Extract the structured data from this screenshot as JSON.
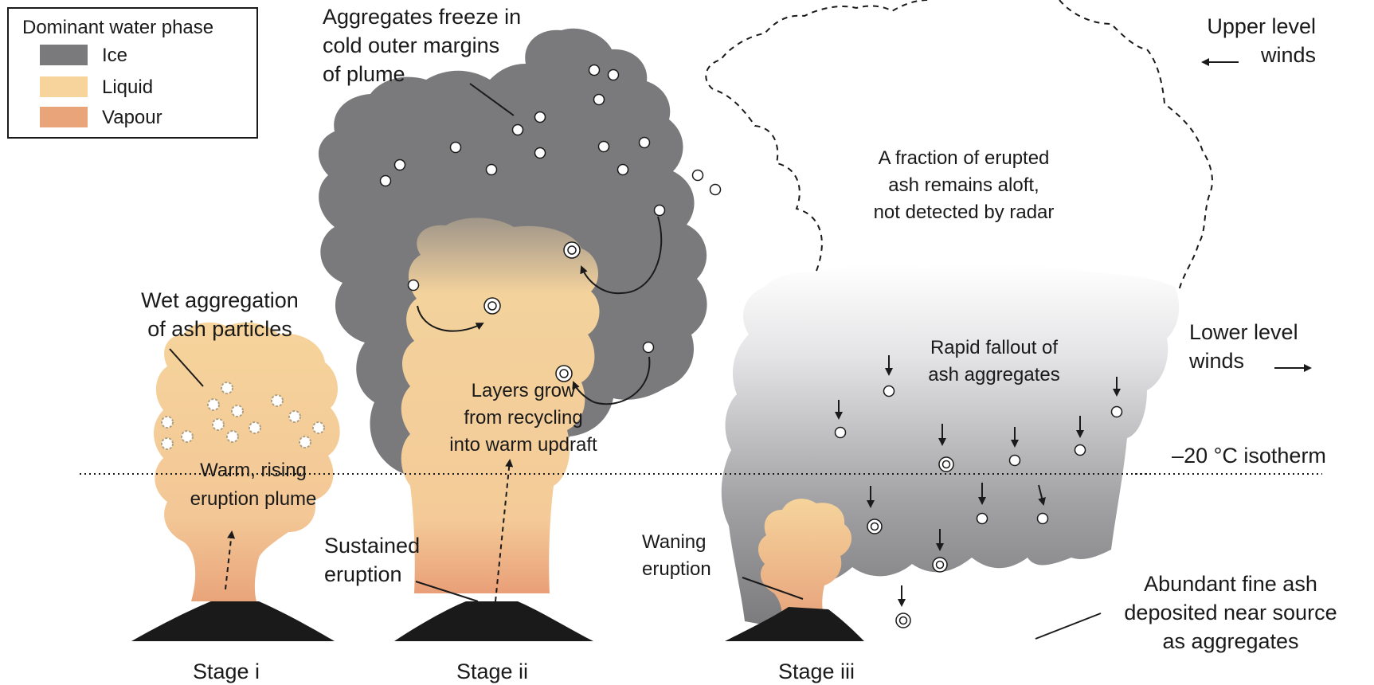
{
  "legend": {
    "title": "Dominant water phase",
    "items": [
      {
        "label": "Ice",
        "color": "#7a7a7c"
      },
      {
        "label": "Liquid",
        "color": "#f6d49c"
      },
      {
        "label": "Vapour",
        "color": "#e9a47a"
      }
    ]
  },
  "annotations": {
    "aggregates_freeze": [
      "Aggregates freeze in",
      "cold outer margins",
      "of plume"
    ],
    "wet_aggregation": [
      "Wet aggregation",
      "of ash particles"
    ],
    "warm_plume": [
      "Warm, rising",
      "eruption plume"
    ],
    "layers_grow": [
      "Layers grow",
      "from recycling",
      "into warm updraft"
    ],
    "sustained": [
      "Sustained",
      "eruption"
    ],
    "waning": [
      "Waning",
      "eruption"
    ],
    "fraction_aloft": [
      "A fraction of erupted",
      "ash remains aloft,",
      "not detected by radar"
    ],
    "rapid_fallout": [
      "Rapid fallout of",
      "ash aggregates"
    ],
    "upper_winds": [
      "Upper level",
      "winds"
    ],
    "lower_winds": [
      "Lower level",
      "winds"
    ],
    "isotherm": "–20 °C isotherm",
    "abundant": [
      "Abundant fine ash",
      "deposited near source",
      "as aggregates"
    ]
  },
  "stages": [
    "Stage i",
    "Stage ii",
    "Stage iii"
  ],
  "colors": {
    "ice": "#7a7a7c",
    "liquid": "#f6d49c",
    "vapour": "#e9a47a",
    "volcano": "#1a1a1a"
  }
}
